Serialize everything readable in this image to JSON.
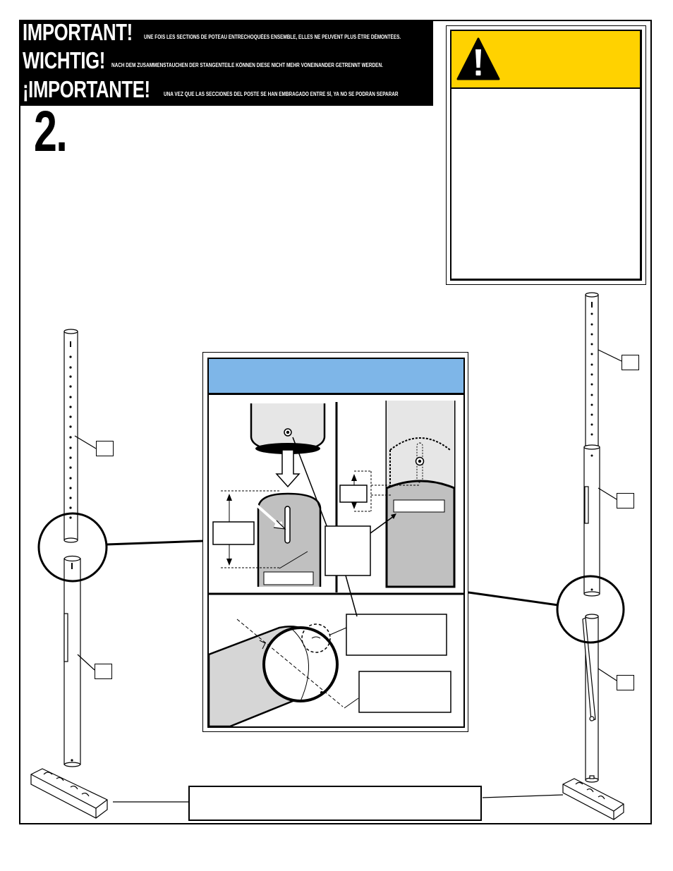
{
  "banner": {
    "rows": [
      {
        "headline": "IMPORTANT!",
        "note": "UNE FOIS LES SECTIONS DE POTEAU ENTRECHOQUÉES ENSEMBLE, ELLES NE PEUVENT PLUS ÊTRE DÉMONTÉES."
      },
      {
        "headline": "WICHTIG!",
        "note": "NACH DEM ZUSAMMENSTAUCHEN DER STANGENTEILE KÖNNEN DIESE NICHT MEHR VONEINANDER GETRENNT WERDEN."
      },
      {
        "headline": "¡IMPORTANTE!",
        "note": "UNA VEZ QUE LAS SECCIONES DEL POSTE SE HAN EMBRAGADO ENTRE SÍ, YA NO SE PODRÁN SEPARAR"
      }
    ]
  },
  "step_number": "2.",
  "warning": {
    "icon": "warning-triangle-icon",
    "title": "",
    "body": "",
    "header_color": "#ffd200"
  },
  "detail": {
    "title": "",
    "header_color": "#7eb6e8",
    "body_color": "#c0c0c0"
  },
  "callouts": {
    "left_top": "",
    "left_bottom": "",
    "right_top": "",
    "right_middle": "",
    "right_bottom": ""
  },
  "bottom_note": ""
}
